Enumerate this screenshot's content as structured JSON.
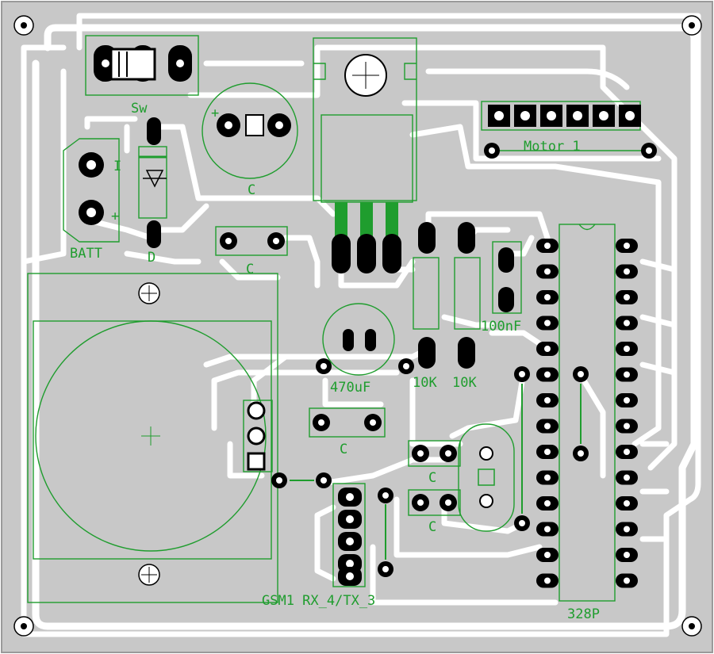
{
  "labels": {
    "switch": "Sw",
    "battery": "BATT",
    "battery_minus": "I",
    "battery_plus": "+",
    "diode": "D",
    "cap_c1": "C",
    "cap_c2": "C",
    "cap_c3": "C",
    "cap_c4": "C",
    "cap_c5": "C",
    "cap_plus": "+",
    "motor": "Motor 1",
    "cap_100nf": "100nF",
    "cap_470uf": "470uF",
    "res_1": "10K",
    "res_2": "10K",
    "gsm": "GSM1 RX_4/TX_3",
    "mcu": "328P"
  },
  "colors": {
    "board": "#c8c8c8",
    "trace": "#ffffff",
    "silkscreen": "#1f9d2e",
    "pad": "#000000"
  }
}
